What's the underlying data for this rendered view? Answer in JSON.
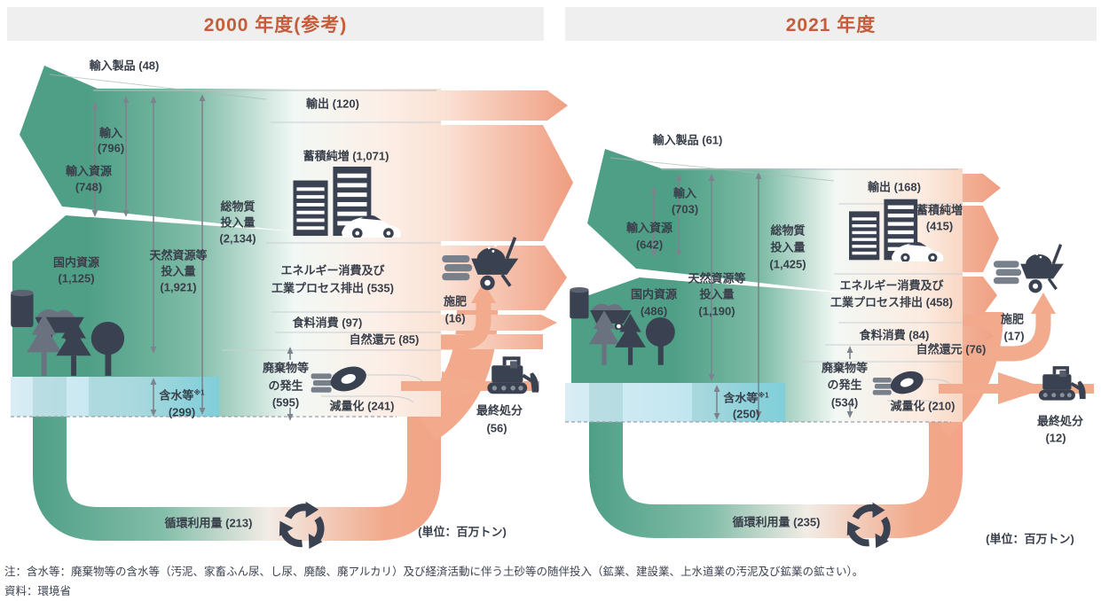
{
  "colors": {
    "title_text": "#c65c3b",
    "title_bg": "#efefef",
    "green": "#4f9f86",
    "salmon": "#f2a183",
    "salmon_light": "#fbe4d9",
    "blue_band": "#7bcfe0",
    "icon_dark": "#3a4150",
    "text": "#393f4a",
    "line_gray": "#7d838d"
  },
  "icons": [
    "mine-cart",
    "forest-trees",
    "buildings-car",
    "fertilizer-wheelbarrow",
    "tire",
    "bulldozer",
    "recycle-arrows"
  ],
  "panels": [
    {
      "title": "2000 年度(参考)",
      "flows": {
        "imported_products": {
          "label": "輸入製品 (48)"
        },
        "imports": {
          "lines": [
            "輸入",
            "(796)"
          ]
        },
        "imported_resources": {
          "lines": [
            "輸入資源",
            "(748)"
          ]
        },
        "domestic_resources": {
          "lines": [
            "国内資源",
            "(1,125)"
          ]
        },
        "natural_input": {
          "lines": [
            "天然資源等",
            "投入量",
            "(1,921)"
          ]
        },
        "total_input": {
          "lines": [
            "総物質",
            "投入量",
            "(2,134)"
          ]
        },
        "exports": {
          "label": "輸出 (120)"
        },
        "stock": {
          "lines": [
            "蓄積純増 (1,071)"
          ]
        },
        "energy": {
          "lines": [
            "エネルギー消費及び",
            "工業プロセス排出 (535)"
          ]
        },
        "food": {
          "label": "食料消費 (97)"
        },
        "nature_return": {
          "label": "自然還元 (85)"
        },
        "fertilizer": {
          "lines": [
            "施肥",
            "(16)"
          ]
        },
        "waste": {
          "lines": [
            "廃棄物等",
            "の発生",
            "(595)"
          ]
        },
        "reduction": {
          "label": "減量化 (241)"
        },
        "final_disposal": {
          "lines": [
            "最終処分",
            "(56)"
          ]
        },
        "water": {
          "label": "含水等",
          "sup": "※1",
          "value": "(299)"
        },
        "cyclic": {
          "label": "循環利用量 (213)"
        },
        "unit": "(単位：百万トン)"
      }
    },
    {
      "title": "2021 年度",
      "flows": {
        "imported_products": {
          "label": "輸入製品 (61)"
        },
        "imports": {
          "lines": [
            "輸入",
            "(703)"
          ]
        },
        "imported_resources": {
          "lines": [
            "輸入資源",
            "(642)"
          ]
        },
        "domestic_resources": {
          "lines": [
            "国内資源",
            "(486)"
          ]
        },
        "natural_input": {
          "lines": [
            "天然資源等",
            "投入量",
            "(1,190)"
          ]
        },
        "total_input": {
          "lines": [
            "総物質",
            "投入量",
            "(1,425)"
          ]
        },
        "exports": {
          "label": "輸出 (168)"
        },
        "stock": {
          "lines": [
            "蓄積純増",
            "(415)"
          ]
        },
        "energy": {
          "lines": [
            "エネルギー消費及び",
            "工業プロセス排出 (458)"
          ]
        },
        "food": {
          "label": "食料消費 (84)"
        },
        "nature_return": {
          "label": "自然還元 (76)"
        },
        "fertilizer": {
          "lines": [
            "施肥",
            "(17)"
          ]
        },
        "waste": {
          "lines": [
            "廃棄物等",
            "の発生",
            "(534)"
          ]
        },
        "reduction": {
          "label": "減量化 (210)"
        },
        "final_disposal": {
          "lines": [
            "最終処分",
            "(12)"
          ]
        },
        "water": {
          "label": "含水等",
          "sup": "※1",
          "value": "(250)"
        },
        "cyclic": {
          "label": "循環利用量 (235)"
        },
        "unit": "(単位：百万トン)"
      }
    }
  ],
  "footnote": "注：含水等：廃棄物等の含水等（汚泥、家畜ふん尿、し尿、廃酸、廃アルカリ）及び経済活動に伴う土砂等の随伴投入（鉱業、建設業、上水道業の汚泥及び鉱業の鉱さい）。",
  "source": "資料：環境省"
}
